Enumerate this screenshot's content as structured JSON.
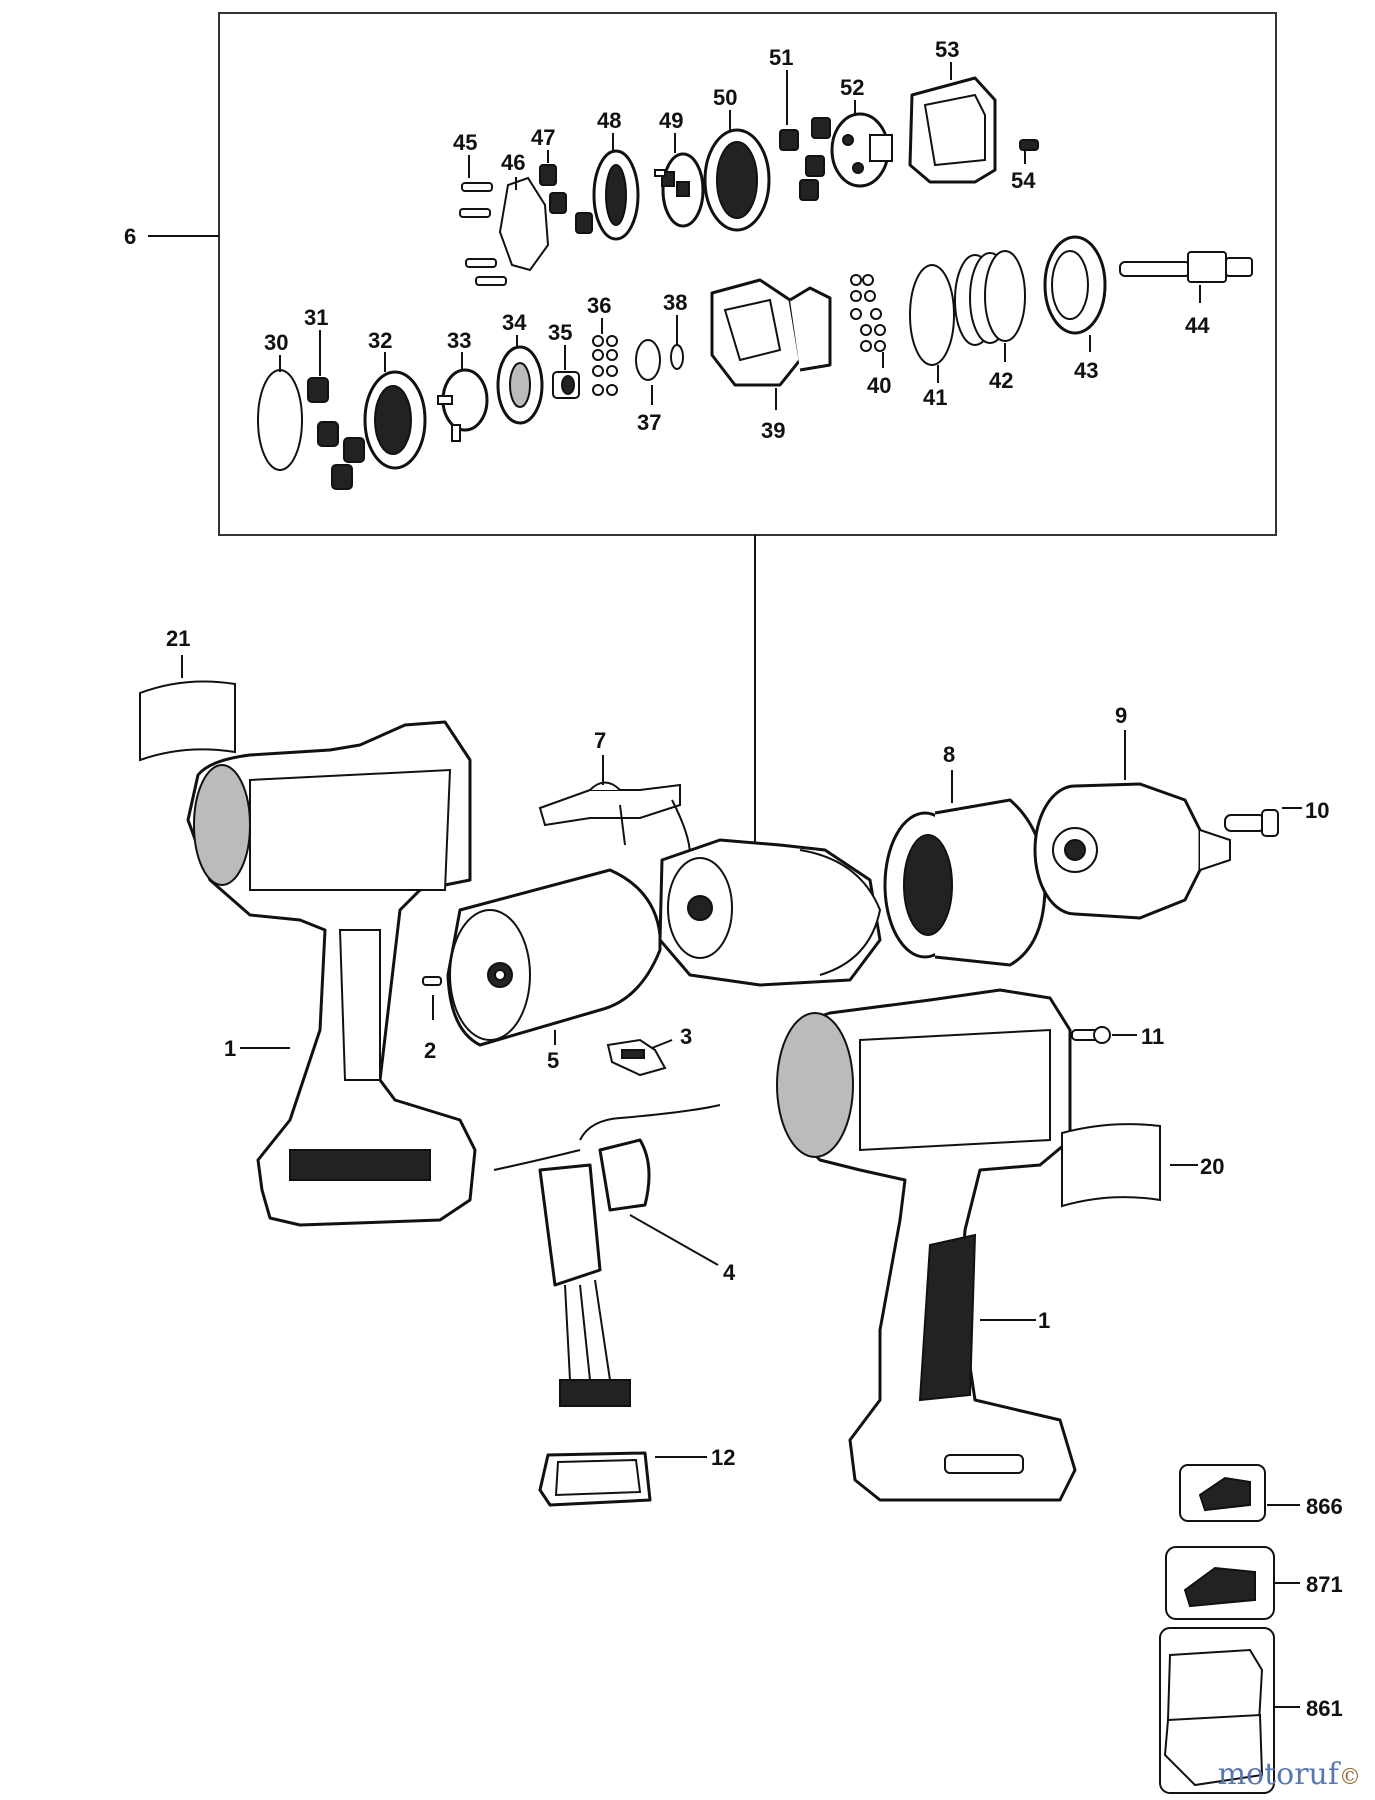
{
  "labels": {
    "l1a": "1",
    "l1b": "1",
    "l2": "2",
    "l3": "3",
    "l4": "4",
    "l5": "5",
    "l6": "6",
    "l7": "7",
    "l8": "8",
    "l9": "9",
    "l10": "10",
    "l11": "11",
    "l12": "12",
    "l20": "20",
    "l21": "21",
    "l30": "30",
    "l31": "31",
    "l32": "32",
    "l33": "33",
    "l34": "34",
    "l35": "35",
    "l36": "36",
    "l37": "37",
    "l38": "38",
    "l39": "39",
    "l40": "40",
    "l41": "41",
    "l42": "42",
    "l43": "43",
    "l44": "44",
    "l45": "45",
    "l46": "46",
    "l47": "47",
    "l48": "48",
    "l49": "49",
    "l50": "50",
    "l51": "51",
    "l52": "52",
    "l53": "53",
    "l54": "54",
    "l866": "866",
    "l871": "871",
    "l861": "861"
  },
  "watermark": "motoruf"
}
